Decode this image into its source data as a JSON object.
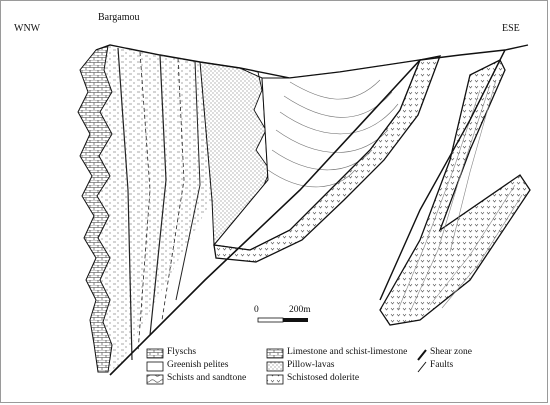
{
  "labels": {
    "left": "WNW",
    "right": "ESE",
    "locality": "Bargamou"
  },
  "scale": {
    "start": "0",
    "end": "200m"
  },
  "legend": [
    {
      "id": "flyschs",
      "label": "Flyschs"
    },
    {
      "id": "greenish-pelites",
      "label": "Greenish pelites"
    },
    {
      "id": "schists-sandtone",
      "label": "Schists and sandtone"
    },
    {
      "id": "limestone-schist-limestone",
      "label": "Limestone and schist-limestone"
    },
    {
      "id": "pillow-lavas",
      "label": "Pillow-lavas"
    },
    {
      "id": "schistosed-dolerite",
      "label": "Schistosed dolerite"
    },
    {
      "id": "shear-zone",
      "label": "Shear zone"
    },
    {
      "id": "faults",
      "label": "Faults"
    }
  ],
  "colors": {
    "ink": "#111111",
    "thin_line": "#555555",
    "dot_fill": "#9a9a9a"
  }
}
